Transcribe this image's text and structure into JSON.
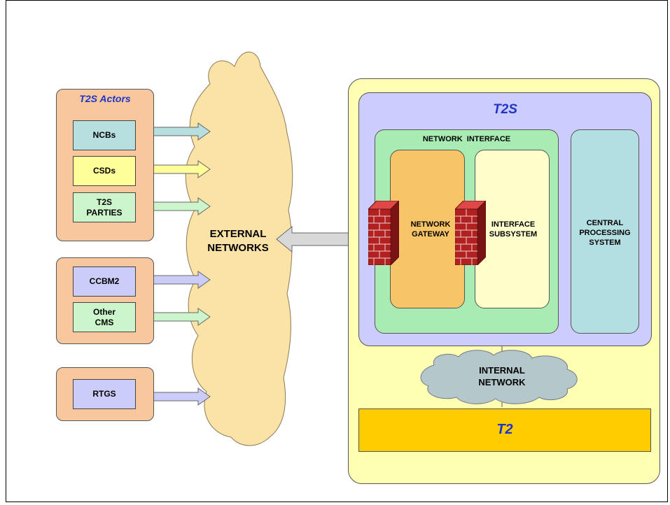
{
  "actors": {
    "title": "T2S Actors",
    "items": [
      "NCBs",
      "CSDs",
      "T2S\nPARTIES"
    ]
  },
  "cms": {
    "items": [
      "CCBM2",
      "Other\nCMS"
    ]
  },
  "rtgs": {
    "items": [
      "RTGS"
    ]
  },
  "external_networks": {
    "label": "EXTERNAL\nNETWORKS"
  },
  "t2s": {
    "title": "T2S",
    "network_interface": {
      "title": "NETWORK  INTERFACE",
      "gateway": "NETWORK\nGATEWAY",
      "subsystem": "INTERFACE\nSUBSYSTEM"
    },
    "cps": "CENTRAL\nPROCESSING\nSYSTEM"
  },
  "internal_network": {
    "label": "INTERNAL\nNETWORK"
  },
  "t2": {
    "title": "T2"
  },
  "colors": {
    "ncb": "#b7dfe0",
    "csd": "#ffff99",
    "party": "#ccf5cc",
    "ccbm2": "#ccccf8",
    "cloud": "#fbe3a8",
    "t2s_outer": "#ffffb3",
    "t2s_panel": "#ccccff",
    "ni": "#a8ecb4",
    "gateway": "#f8c468",
    "subsystem": "#ffffcc",
    "cps": "#b4dfe2",
    "t2": "#ffcc00",
    "title": "#1f34c8"
  },
  "icons": {
    "firewall": "firewall-icon",
    "cloud": "cloud-icon"
  }
}
